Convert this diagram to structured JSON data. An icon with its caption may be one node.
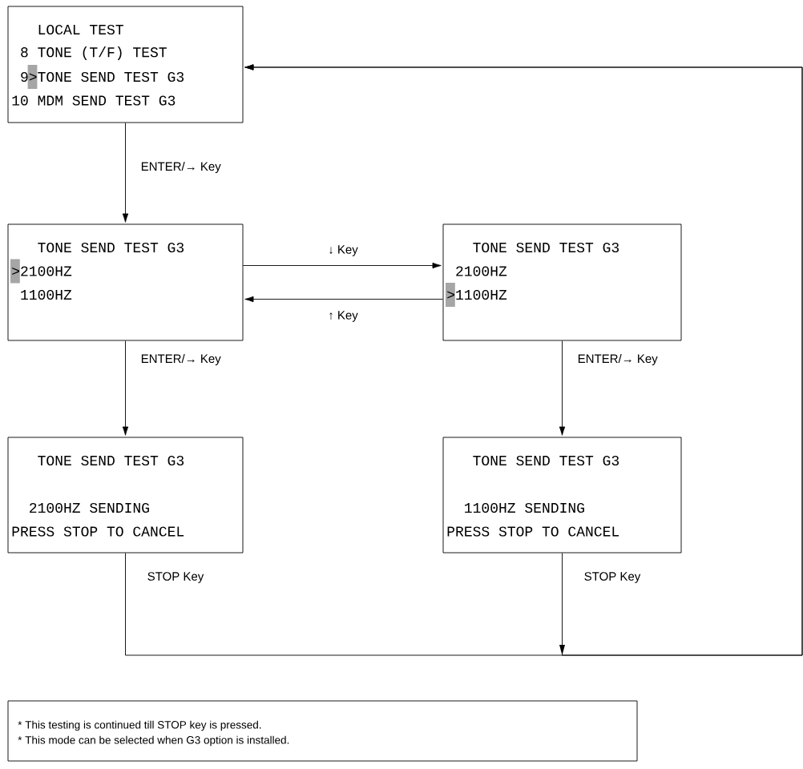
{
  "diagram": {
    "nodes": [
      {
        "text": [
          "LOCAL TEST",
          "8 TONE (T/F) TEST",
          "9>TONE SEND TEST G3",
          "10 MDM SEND TEST G3"
        ]
      },
      {
        "text": [
          "TONE SEND TEST G3",
          ">2100HZ",
          "1100HZ"
        ]
      },
      {
        "text": [
          "TONE SEND TEST G3",
          "2100HZ",
          ">1100HZ"
        ]
      },
      {
        "text": [
          "TONE SEND TEST G3",
          "2100HZ SENDING",
          "PRESS STOP TO CANCEL"
        ]
      },
      {
        "text": [
          "TONE SEND TEST G3",
          "1100HZ SENDING",
          "PRESS STOP TO CANCEL"
        ]
      },
      {
        "text": [
          "* This testing is continued till STOP key is pressed.",
          "* This mode can be selected when G3 option is installed."
        ]
      }
    ],
    "edges": [
      {
        "from": 0,
        "to": 1,
        "arrow": "to",
        "label": "ENTER/→ Key"
      },
      {
        "from": 1,
        "to": 2,
        "arrow": "to",
        "label": "↓ Key"
      },
      {
        "from": 2,
        "to": 1,
        "arrow": "to",
        "label": "↑ Key"
      },
      {
        "from": 1,
        "to": 3,
        "arrow": "to",
        "label": "ENTER/→ Key"
      },
      {
        "from": 2,
        "to": 4,
        "arrow": "to",
        "label": "ENTER/→ Key"
      },
      {
        "from": 3,
        "to": 0,
        "arrow": "to",
        "label": "STOP Key"
      },
      {
        "from": 4,
        "to": 0,
        "arrow": "to",
        "label": "STOP Key"
      }
    ]
  }
}
